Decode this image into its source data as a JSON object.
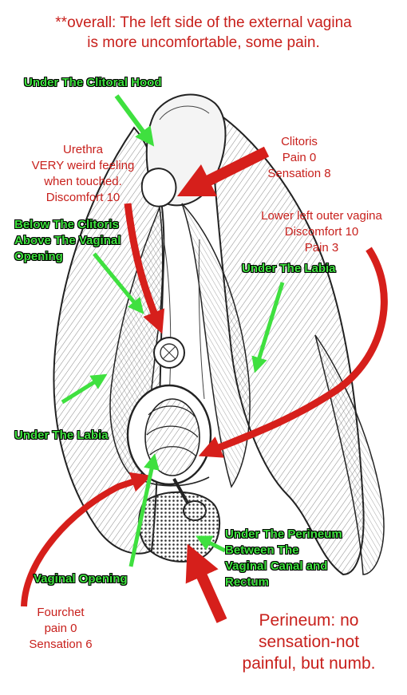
{
  "annotations": {
    "overall": [
      "**overall: The left side of the external vagina",
      "is more uncomfortable, some pain."
    ],
    "urethra": [
      "Urethra",
      "VERY weird feeling",
      "when touched.",
      "Discomfort 10"
    ],
    "clitoris": [
      "Clitoris",
      "Pain 0",
      "Sensation 8"
    ],
    "lower_left": [
      "Lower left outer vagina",
      "Discomfort 10",
      "Pain 3"
    ],
    "fourchet": [
      "Fourchet",
      "pain 0",
      "Sensation 6"
    ],
    "perineum": [
      "Perineum: no",
      "sensation-not",
      "painful, but numb."
    ]
  },
  "labels": {
    "under_clitoral_hood": [
      "Under The Clitoral Hood"
    ],
    "below_clitoris": [
      "Below The Clitoris",
      "Above The Vaginal",
      "Opening"
    ],
    "under_labia_right": [
      "Under The Labia"
    ],
    "under_labia_left": [
      "Under The Labia"
    ],
    "vaginal_opening": [
      "Vaginal Opening"
    ],
    "under_perineum": [
      "Under The Perineum",
      "Between The",
      "Vaginal Canal and",
      "Rectum"
    ]
  },
  "colors": {
    "annotation_red": "#c8201c",
    "arrow_red": "#d61f1b",
    "label_green": "#3ee23e",
    "arrow_green": "#3fe03f",
    "outline": "#222222"
  }
}
